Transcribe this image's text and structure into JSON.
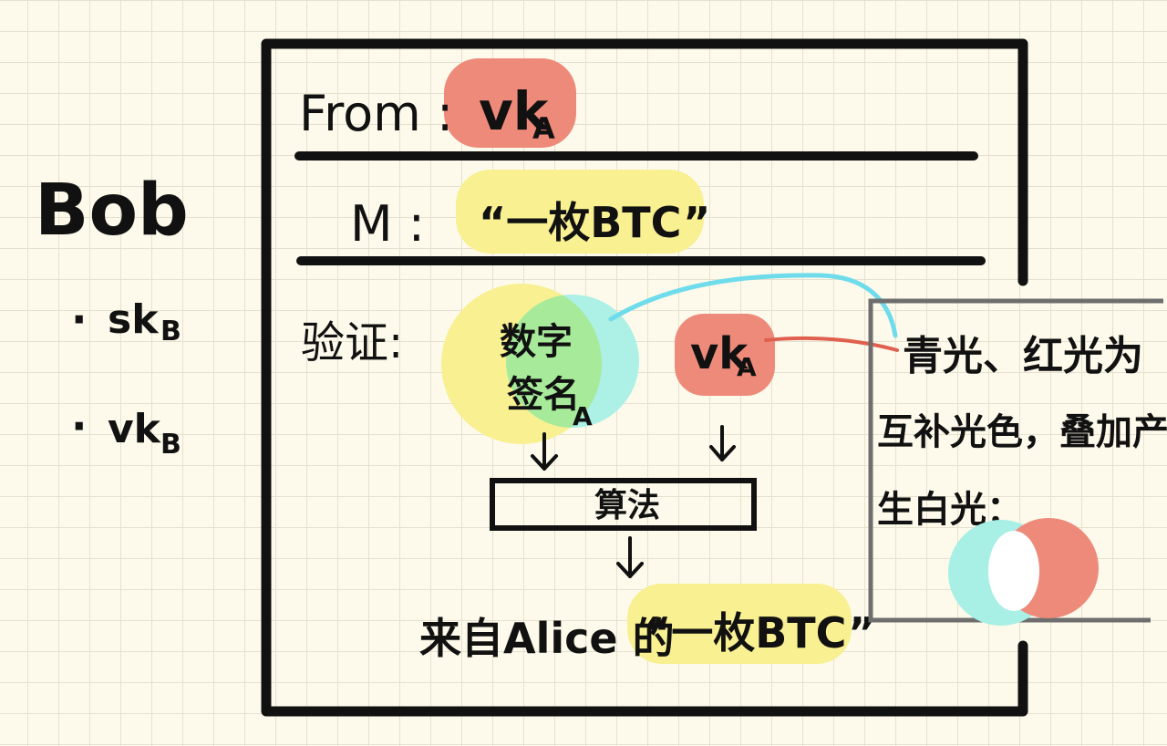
{
  "person": {
    "name": "Bob",
    "keys": [
      "sk",
      "vk"
    ],
    "key_subscript": "B",
    "bullet": "·"
  },
  "message_box": {
    "from_label": "From :",
    "from_value": "vk",
    "from_value_subscript": "A",
    "m_label": "M :",
    "m_value": "“一枚BTC”",
    "verify_label": "验证:",
    "signature_line1": "数字",
    "signature_line2": "签名",
    "signature_subscript": "A",
    "verify_key": "vk",
    "verify_key_subscript": "A",
    "algorithm_label": "算法",
    "result_prefix": "来自Alice 的",
    "result_value": "“一枚BTC”"
  },
  "note": {
    "line1": "青光、红光为",
    "line2": "互补光色，叠加产",
    "line3": "生白光："
  },
  "colors": {
    "red_highlight": "#ee8a7a",
    "yellow_highlight": "#f8f091",
    "cyan_highlight": "#a8efe6",
    "green_overlap": "#a6ea9a",
    "cyan_line": "#6fdcec",
    "red_line": "#e0604f",
    "note_border": "#6e6e6e",
    "ink": "#111111"
  }
}
